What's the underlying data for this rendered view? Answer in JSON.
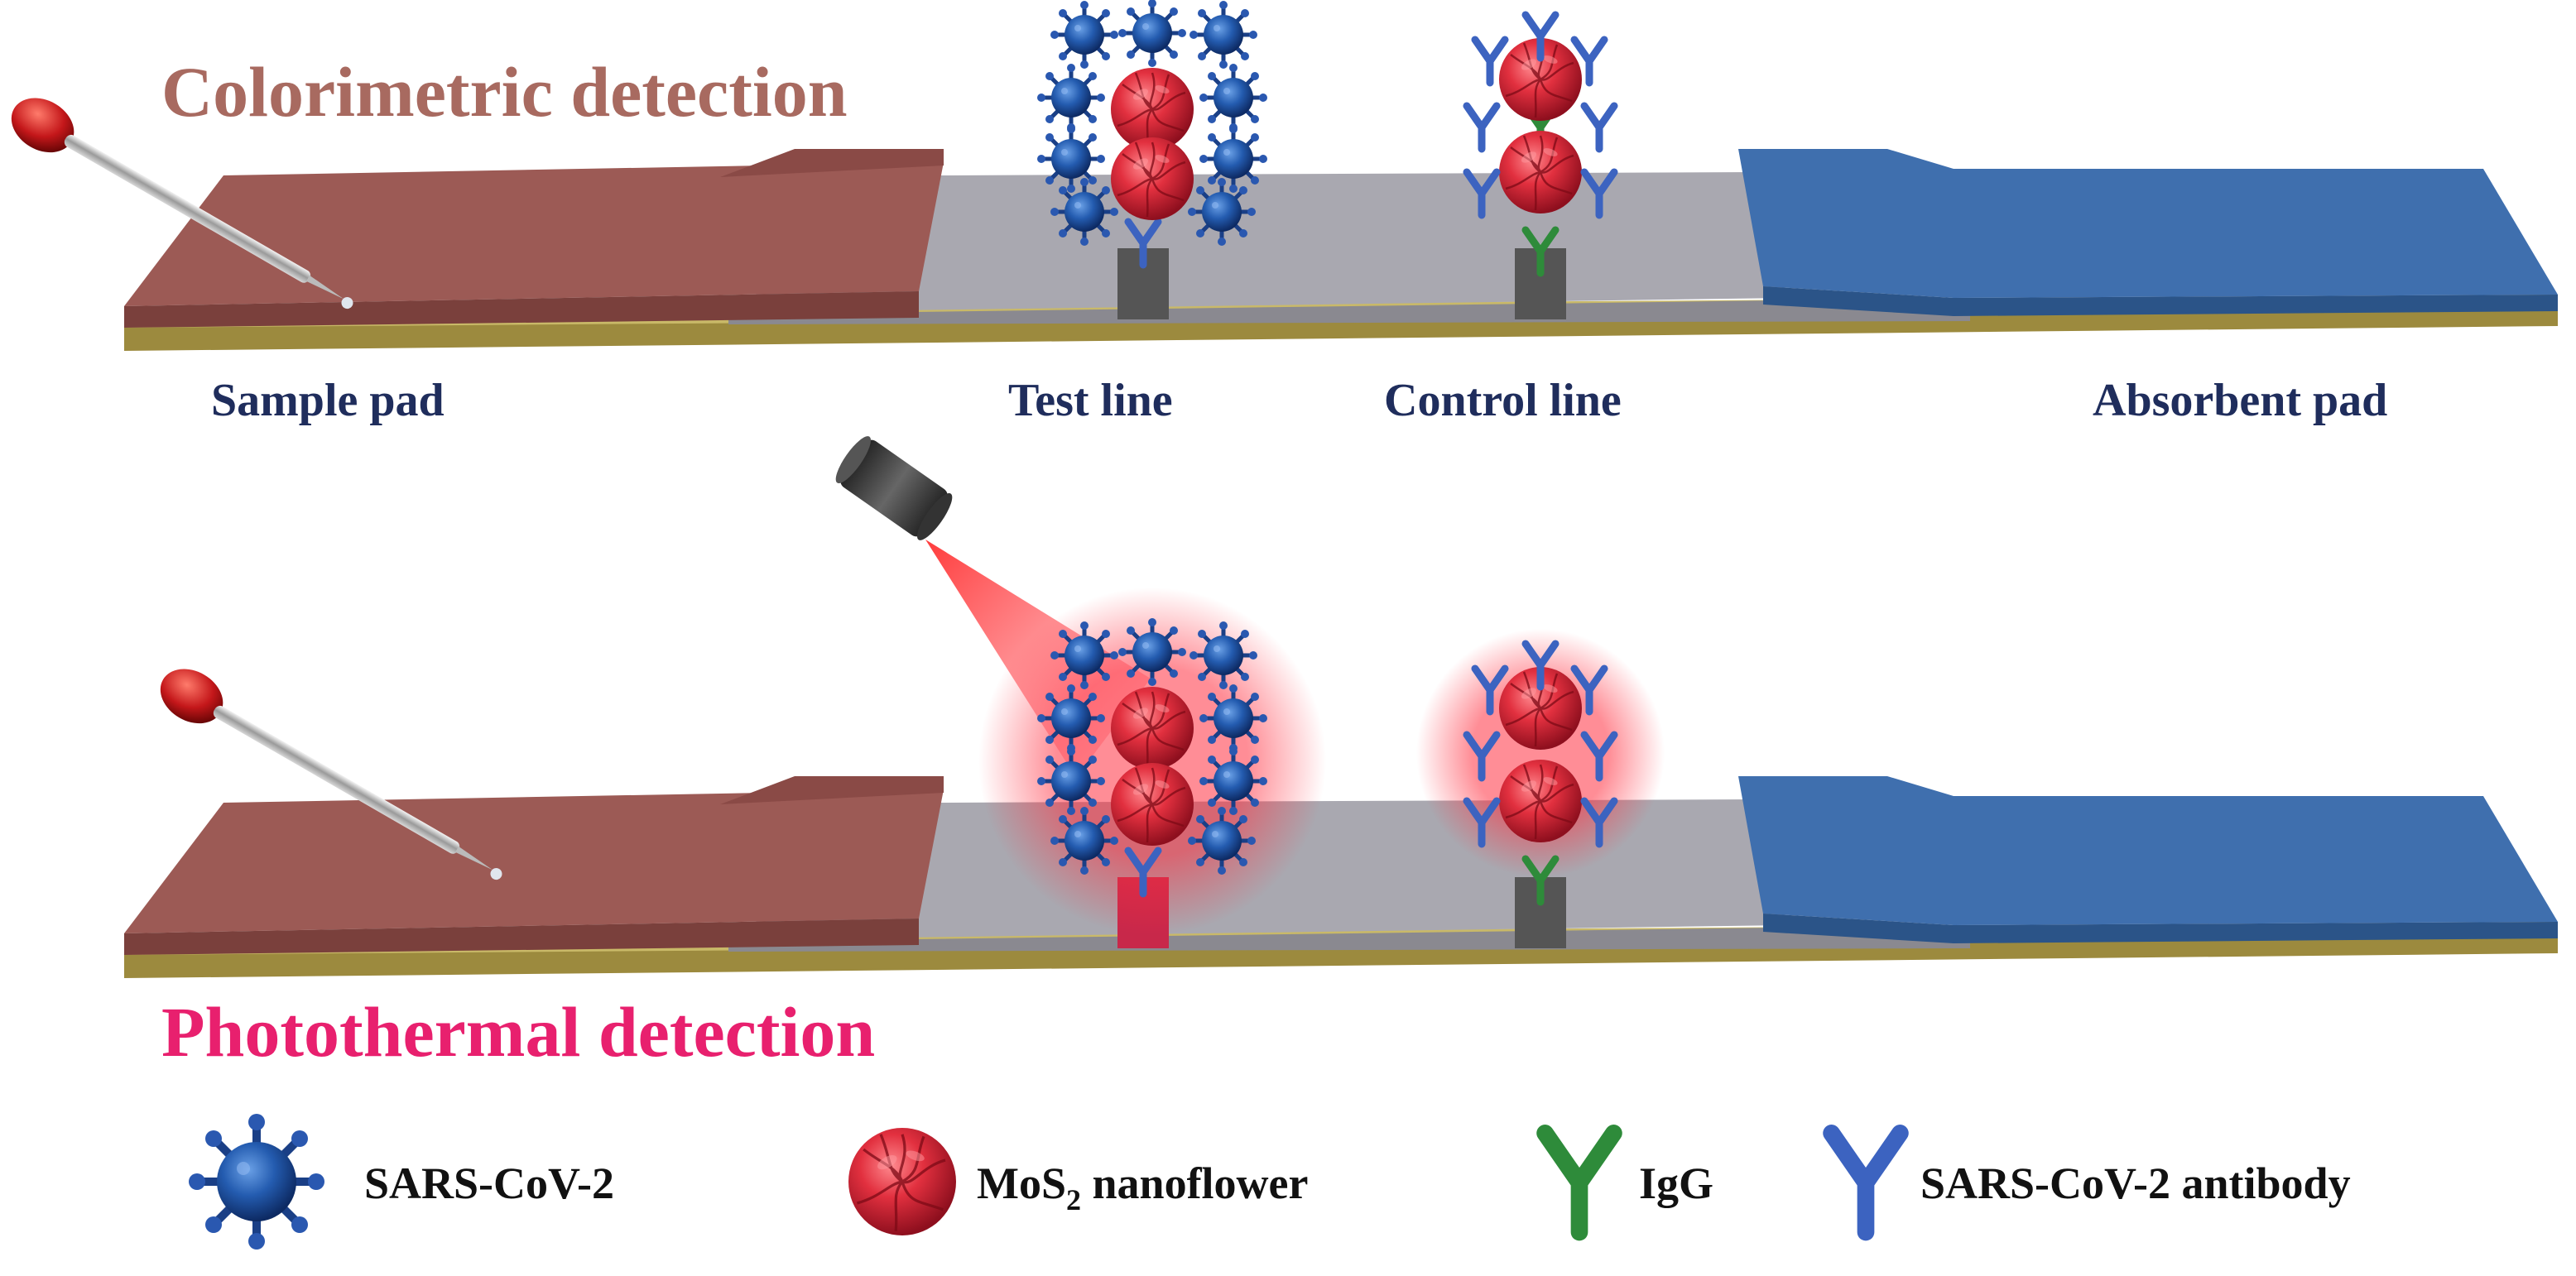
{
  "titles": {
    "colorimetric": "Colorimetric detection",
    "photothermal": "Photothermal detection"
  },
  "strip_labels": {
    "sample_pad": "Sample pad",
    "test_line": "Test line",
    "control_line": "Control line",
    "absorbent_pad": "Absorbent pad"
  },
  "legend": {
    "virus": "SARS-CoV-2",
    "nanoflower_prefix": "MoS",
    "nanoflower_sub": "2",
    "nanoflower_suffix": " nanoflower",
    "igg": "IgG",
    "antibody": "SARS-CoV-2 antibody"
  },
  "colors": {
    "title_colorimetric": "#a86a60",
    "title_photothermal": "#e8206e",
    "label": "#1f2d5c",
    "sample_pad": "#9c5a55",
    "absorbent_pad": "#3f6fae",
    "membrane": "#a9a8b0",
    "backing": "#9c8a3e",
    "virus": "#1f4f9e",
    "nanoflower": "#d52a3a",
    "igg": "#2e8b3a",
    "antibody": "#3c63c0"
  },
  "icons": [
    "dropper-icon",
    "laser-icon",
    "virus-icon",
    "nanoflower-icon",
    "igg-icon",
    "antibody-icon"
  ]
}
